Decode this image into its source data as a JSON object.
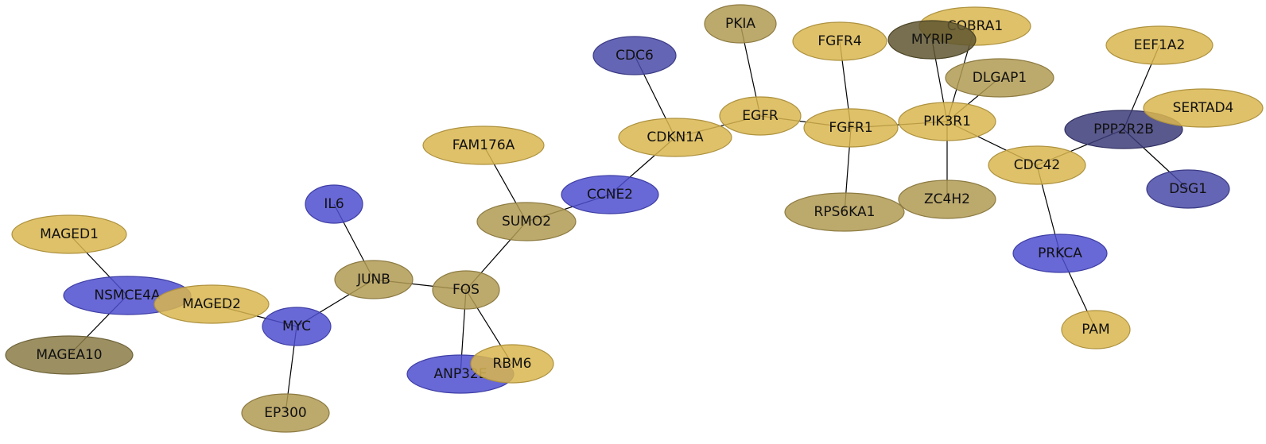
{
  "network": {
    "palette": {
      "gold": "#d9b64f",
      "olive": "#b09a52",
      "blue": "#4e4ecf",
      "navy": "#4a4aa8",
      "darkolive": "#8b7d48",
      "slate": "#3c3c7a",
      "brown": "#5f5630"
    },
    "nodes": [
      {
        "id": "MAGED1",
        "label": "MAGED1",
        "color": "gold"
      },
      {
        "id": "NSMCE4A",
        "label": "NSMCE4A",
        "color": "blue"
      },
      {
        "id": "MAGED2",
        "label": "MAGED2",
        "color": "gold"
      },
      {
        "id": "MAGEA10",
        "label": "MAGEA10",
        "color": "darkolive"
      },
      {
        "id": "MYC",
        "label": "MYC",
        "color": "blue"
      },
      {
        "id": "EP300",
        "label": "EP300",
        "color": "olive"
      },
      {
        "id": "IL6",
        "label": "IL6",
        "color": "blue"
      },
      {
        "id": "JUNB",
        "label": "JUNB",
        "color": "olive"
      },
      {
        "id": "FOS",
        "label": "FOS",
        "color": "olive"
      },
      {
        "id": "ANP32E",
        "label": "ANP32E",
        "color": "blue"
      },
      {
        "id": "RBM6",
        "label": "RBM6",
        "color": "gold"
      },
      {
        "id": "FAM176A",
        "label": "FAM176A",
        "color": "gold"
      },
      {
        "id": "SUMO2",
        "label": "SUMO2",
        "color": "olive"
      },
      {
        "id": "CCNE2",
        "label": "CCNE2",
        "color": "blue"
      },
      {
        "id": "CDC6",
        "label": "CDC6",
        "color": "navy"
      },
      {
        "id": "CDKN1A",
        "label": "CDKN1A",
        "color": "gold"
      },
      {
        "id": "PKIA",
        "label": "PKIA",
        "color": "olive"
      },
      {
        "id": "EGFR",
        "label": "EGFR",
        "color": "gold"
      },
      {
        "id": "FGFR4",
        "label": "FGFR4",
        "color": "gold"
      },
      {
        "id": "FGFR1",
        "label": "FGFR1",
        "color": "gold"
      },
      {
        "id": "RPS6KA1",
        "label": "RPS6KA1",
        "color": "olive"
      },
      {
        "id": "COBRA1",
        "label": "COBRA1",
        "color": "gold"
      },
      {
        "id": "MYRIP",
        "label": "MYRIP",
        "color": "brown"
      },
      {
        "id": "DLGAP1",
        "label": "DLGAP1",
        "color": "olive"
      },
      {
        "id": "PIK3R1",
        "label": "PIK3R1",
        "color": "gold"
      },
      {
        "id": "ZC4H2",
        "label": "ZC4H2",
        "color": "olive"
      },
      {
        "id": "CDC42",
        "label": "CDC42",
        "color": "gold"
      },
      {
        "id": "PRKCA",
        "label": "PRKCA",
        "color": "blue"
      },
      {
        "id": "PAM",
        "label": "PAM",
        "color": "gold"
      },
      {
        "id": "EEF1A2",
        "label": "EEF1A2",
        "color": "gold"
      },
      {
        "id": "PPP2R2B",
        "label": "PPP2R2B",
        "color": "slate"
      },
      {
        "id": "SERTAD4",
        "label": "SERTAD4",
        "color": "gold"
      },
      {
        "id": "DSG1",
        "label": "DSG1",
        "color": "navy"
      }
    ],
    "edges": [
      [
        "MAGED1",
        "NSMCE4A"
      ],
      [
        "NSMCE4A",
        "MAGEA10"
      ],
      [
        "MAGED2",
        "MYC"
      ],
      [
        "MYC",
        "JUNB"
      ],
      [
        "MYC",
        "EP300"
      ],
      [
        "IL6",
        "JUNB"
      ],
      [
        "JUNB",
        "FOS"
      ],
      [
        "FOS",
        "SUMO2"
      ],
      [
        "FOS",
        "ANP32E"
      ],
      [
        "FOS",
        "RBM6"
      ],
      [
        "FAM176A",
        "SUMO2"
      ],
      [
        "SUMO2",
        "CCNE2"
      ],
      [
        "CCNE2",
        "CDKN1A"
      ],
      [
        "CDC6",
        "CDKN1A"
      ],
      [
        "CDKN1A",
        "EGFR"
      ],
      [
        "PKIA",
        "EGFR"
      ],
      [
        "EGFR",
        "FGFR1"
      ],
      [
        "FGFR4",
        "FGFR1"
      ],
      [
        "FGFR1",
        "RPS6KA1"
      ],
      [
        "FGFR1",
        "PIK3R1"
      ],
      [
        "MYRIP",
        "PIK3R1"
      ],
      [
        "COBRA1",
        "PIK3R1"
      ],
      [
        "DLGAP1",
        "PIK3R1"
      ],
      [
        "PIK3R1",
        "ZC4H2"
      ],
      [
        "PIK3R1",
        "CDC42"
      ],
      [
        "CDC42",
        "PPP2R2B"
      ],
      [
        "CDC42",
        "PRKCA"
      ],
      [
        "PRKCA",
        "PAM"
      ],
      [
        "EEF1A2",
        "PPP2R2B"
      ],
      [
        "PPP2R2B",
        "DSG1"
      ]
    ]
  }
}
